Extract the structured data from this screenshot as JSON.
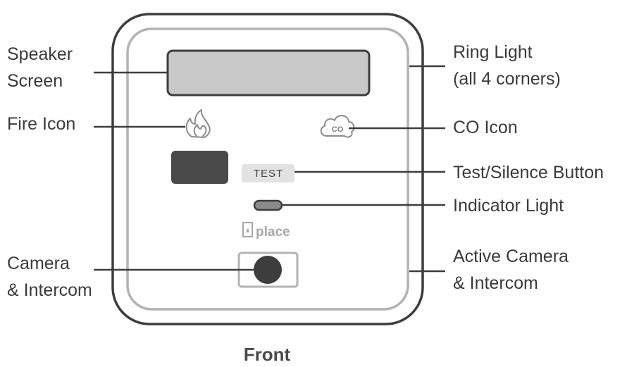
{
  "labels": {
    "speaker_screen": [
      "Speaker",
      "Screen"
    ],
    "fire_icon": [
      "Fire Icon"
    ],
    "camera_intercom": [
      "Camera",
      "& Intercom"
    ],
    "ring_light": [
      "Ring Light",
      "(all 4 corners)"
    ],
    "co_icon": [
      "CO Icon"
    ],
    "test_silence_button": [
      "Test/Silence Button"
    ],
    "indicator_light": [
      "Indicator Light"
    ],
    "active_camera_intercom": [
      "Active Camera",
      "& Intercom"
    ]
  },
  "device": {
    "test_button_label": "TEST",
    "brand": "place",
    "co_label": "CO",
    "icons": [
      "fire-icon",
      "co-cloud-icon",
      "place-logo-icon"
    ]
  },
  "caption": "Front",
  "colors": {
    "outline_dark": "#3d3d3d",
    "outline_light": "#b3b3b3",
    "screen_fill": "#c8c8c8",
    "dark_block": "#4a4a4a",
    "test_button": "#e2e2e2",
    "indicator": "#8a8a8a",
    "leader_line": "#3d3d3d"
  }
}
